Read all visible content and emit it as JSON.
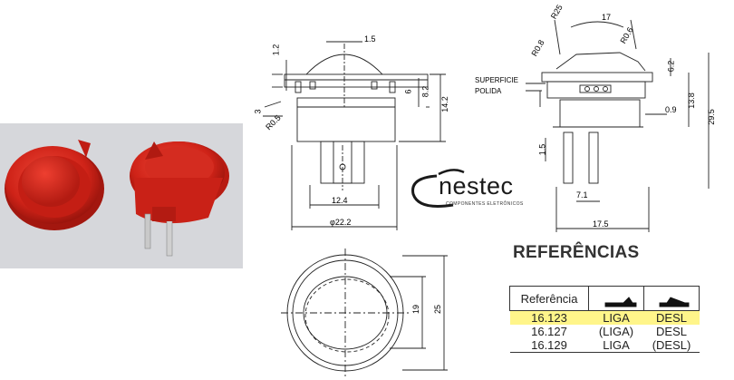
{
  "logo": {
    "brand": "nestec",
    "tagline": "COMPONENTES ELETRÔNICOS"
  },
  "references": {
    "title": "REFERÊNCIAS",
    "header": "Referência",
    "highlight_color": "#fff58a",
    "rows": [
      {
        "ref": "16.123",
        "on": "LIGA",
        "off": "DESL",
        "highlight": true
      },
      {
        "ref": "16.127",
        "on": "(LIGA)",
        "off": "DESL",
        "highlight": false
      },
      {
        "ref": "16.129",
        "on": "LIGA",
        "off": "(DESL)",
        "highlight": false
      }
    ]
  },
  "front_view": {
    "dims": {
      "width_top": "1.5",
      "h_left": "1.2",
      "h6": "6",
      "h8_2": "8.2",
      "h14_2": "14.2",
      "radius": "R0.5",
      "side3": "3",
      "inner": "12.4",
      "diameter": "φ22.2"
    }
  },
  "side_view": {
    "dims": {
      "r25": "R25",
      "angle": "17",
      "r0_6": "R0.6",
      "r0_8": "R0.8",
      "h6_2": "6.2",
      "h13_8": "13.8",
      "h29_5": "29.5",
      "gap": "0.9",
      "pin_h": "1.5",
      "pin_w": "7.1",
      "base_w": "17.5",
      "surface_1": "SUPERFICIE",
      "surface_2": "POLIDA"
    }
  },
  "top_view": {
    "dims": {
      "inner": "19",
      "outer": "25"
    }
  },
  "colors": {
    "switch_red": "#d8261e",
    "line": "#222222"
  }
}
